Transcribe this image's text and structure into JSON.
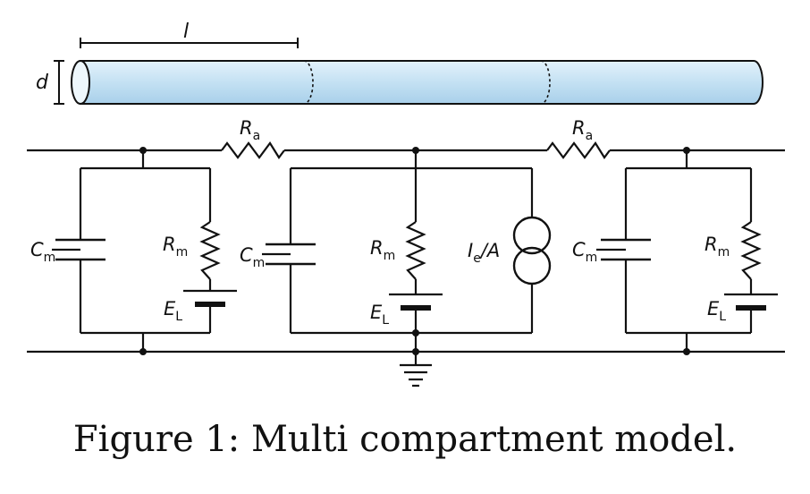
{
  "cylinder": {
    "length_label": "l",
    "diameter_label": "d",
    "fill_color": "#c9e5f5"
  },
  "circuit": {
    "axial_resistor": {
      "main": "R",
      "sub": "a"
    },
    "membrane_capacitor": {
      "main": "C",
      "sub": "m"
    },
    "membrane_resistor": {
      "main": "R",
      "sub": "m"
    },
    "leak_battery": {
      "main": "E",
      "sub": "L"
    },
    "current_source": {
      "main": "I",
      "sub": "e",
      "suffix": "/A"
    }
  },
  "caption": "Figure 1: Multi compartment model."
}
